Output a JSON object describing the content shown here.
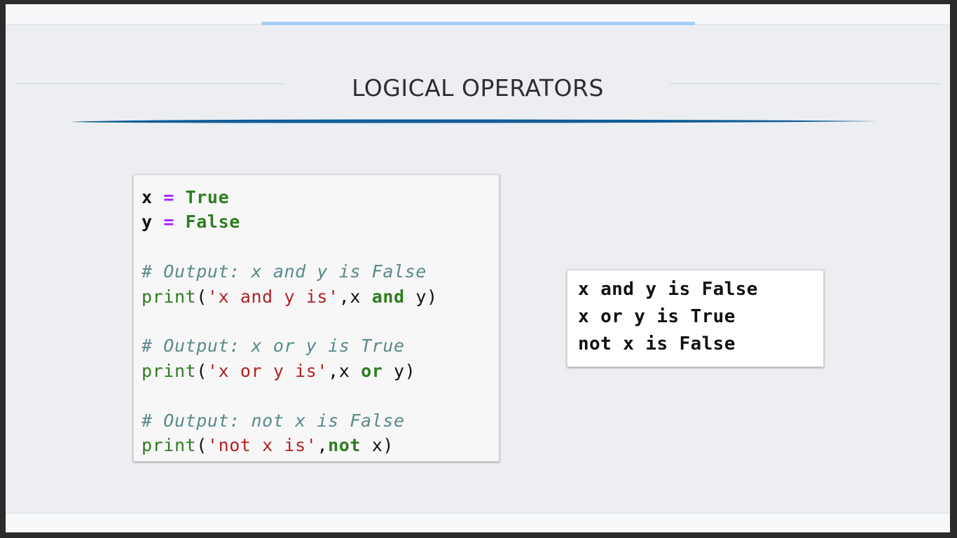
{
  "slide": {
    "title": "LOGICAL OPERATORS",
    "accent_color": "#a6cff6",
    "underline_color": "#0f5d97"
  },
  "code": {
    "line1": {
      "var": "x",
      "op": "=",
      "value": "True"
    },
    "line2": {
      "var": "y",
      "op": "=",
      "value": "False"
    },
    "block1": {
      "comment": "# Output: x and y is False",
      "fn": "print",
      "open": "(",
      "str": "'x and y is'",
      "sep": ",x ",
      "kw": "and",
      "tail": " y)"
    },
    "block2": {
      "comment": "# Output: x or y is True",
      "fn": "print",
      "open": "(",
      "str": "'x or y is'",
      "sep": ",x ",
      "kw": "or",
      "tail": " y)"
    },
    "block3": {
      "comment": "# Output: not x is False",
      "fn": "print",
      "open": "(",
      "str": "'not x is'",
      "sep": ",",
      "kw": "not",
      "tail": " x)"
    }
  },
  "output": {
    "lines": [
      "x and y is False",
      "x or y is True",
      "not x is False"
    ]
  }
}
